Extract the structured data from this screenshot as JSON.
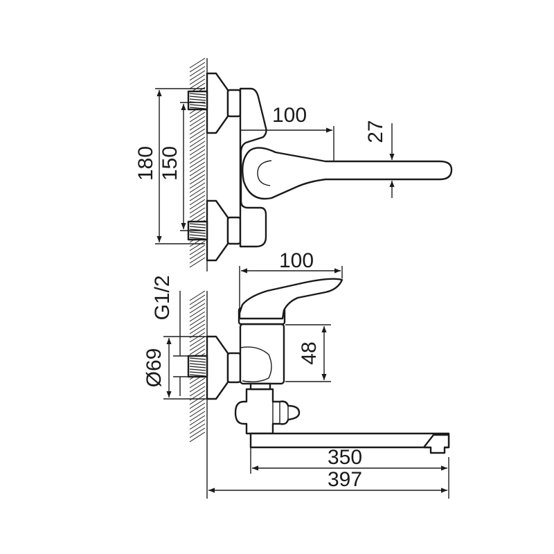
{
  "dimensions": {
    "height_total": "180",
    "height_centers": "150",
    "handle_reach_top": "100",
    "spout_thickness": "27",
    "handle_reach_side": "100",
    "thread": "G1/2",
    "flange_diameter": "Ø69",
    "body_height": "48",
    "spout_length": "350",
    "overall_length": "397"
  }
}
